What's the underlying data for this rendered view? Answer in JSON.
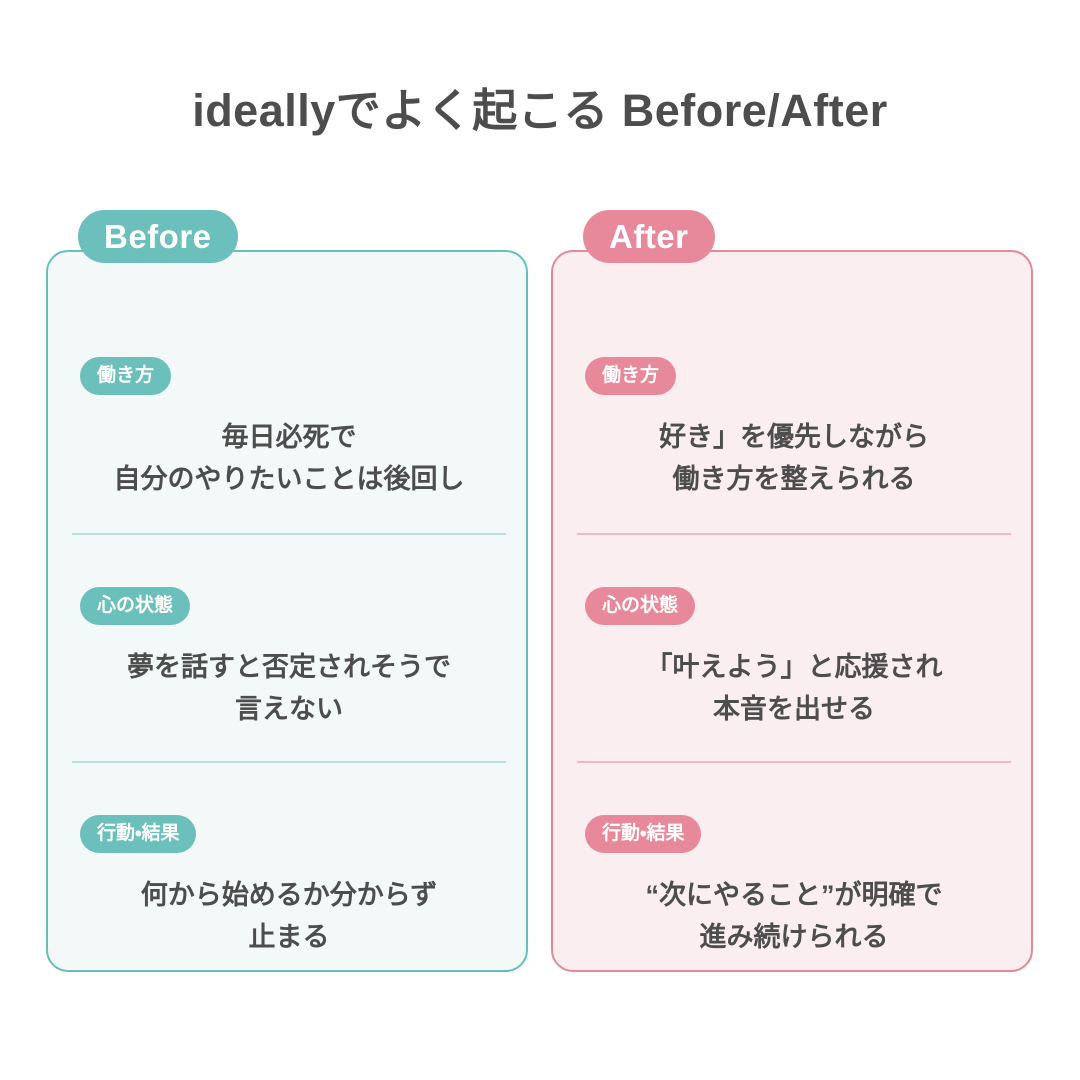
{
  "title": "ideallyでよく起こる Before/After",
  "theme": {
    "page_background": "#ffffff",
    "title_color": "#4d4d4d",
    "before_accent": "#68bfba",
    "before_badge": "#6cc0bb",
    "before_card_background": "#f2f9f8",
    "before_divider": "#b9dedb",
    "after_accent": "#e4899a",
    "after_badge": "#e8899b",
    "after_card_background": "#faeef0",
    "after_divider": "#ecb9c0",
    "body_text_color": "#4d4d4d"
  },
  "columns": [
    {
      "key": "before",
      "header": "Before",
      "sections": [
        {
          "tag": "働き方",
          "text": "毎日必死で\n自分のやりたいことは後回し"
        },
        {
          "tag": "心の状態",
          "text": "夢を話すと否定されそうで\n言えない"
        },
        {
          "tag": "行動・結果",
          "text": "何から始めるか分からず\n止まる"
        }
      ]
    },
    {
      "key": "after",
      "header": "After",
      "sections": [
        {
          "tag": "働き方",
          "text": "好き」を優先しながら\n働き方を整えられる"
        },
        {
          "tag": "心の状態",
          "text": "「叶えよう」と応援され\n本音を出せる"
        },
        {
          "tag": "行動・結果",
          "text": "“次にやること”が明確で\n進み続けられる"
        }
      ]
    }
  ]
}
